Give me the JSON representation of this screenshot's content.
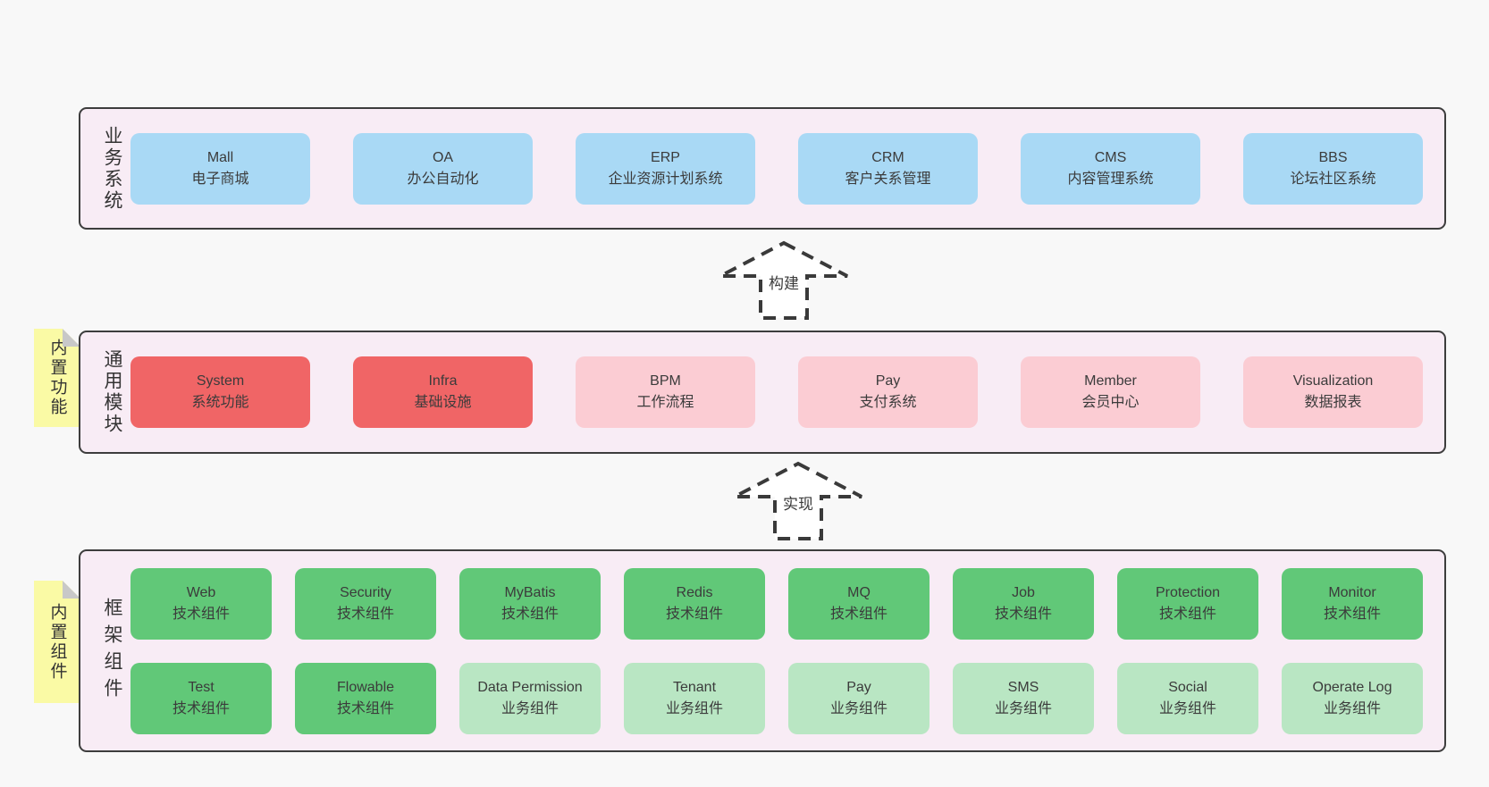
{
  "colors": {
    "page_bg": "#f8f8f8",
    "band_bg": "#f8ecf5",
    "band_border": "#3d3d3d",
    "blue": "#a9d9f5",
    "red": "#f06566",
    "pink": "#fbccd3",
    "green": "#61c878",
    "light_green": "#b9e6c3",
    "sticky_yellow": "#fafaa5",
    "fold_gray": "#c8c8c8",
    "text": "#3b3b3b"
  },
  "arrows": [
    {
      "label": "构建"
    },
    {
      "label": "实现"
    }
  ],
  "bands": [
    {
      "label": "业务系统",
      "boxes": [
        {
          "name": "Mall",
          "desc": "电子商城"
        },
        {
          "name": "OA",
          "desc": "办公自动化"
        },
        {
          "name": "ERP",
          "desc": "企业资源计划系统"
        },
        {
          "name": "CRM",
          "desc": "客户关系管理"
        },
        {
          "name": "CMS",
          "desc": "内容管理系统"
        },
        {
          "name": "BBS",
          "desc": "论坛社区系统"
        }
      ]
    },
    {
      "label": "通用模块",
      "sticky": "内置功能",
      "boxes": [
        {
          "name": "System",
          "desc": "系统功能"
        },
        {
          "name": "Infra",
          "desc": "基础设施"
        },
        {
          "name": "BPM",
          "desc": "工作流程"
        },
        {
          "name": "Pay",
          "desc": "支付系统"
        },
        {
          "name": "Member",
          "desc": "会员中心"
        },
        {
          "name": "Visualization",
          "desc": "数据报表"
        }
      ]
    },
    {
      "label": "框架组件",
      "sticky": "内置组件",
      "rows": [
        [
          {
            "name": "Web",
            "desc": "技术组件"
          },
          {
            "name": "Security",
            "desc": "技术组件"
          },
          {
            "name": "MyBatis",
            "desc": "技术组件"
          },
          {
            "name": "Redis",
            "desc": "技术组件"
          },
          {
            "name": "MQ",
            "desc": "技术组件"
          },
          {
            "name": "Job",
            "desc": "技术组件"
          },
          {
            "name": "Protection",
            "desc": "技术组件"
          },
          {
            "name": "Monitor",
            "desc": "技术组件"
          }
        ],
        [
          {
            "name": "Test",
            "desc": "技术组件"
          },
          {
            "name": "Flowable",
            "desc": "技术组件"
          },
          {
            "name": "Data Permission",
            "desc": "业务组件"
          },
          {
            "name": "Tenant",
            "desc": "业务组件"
          },
          {
            "name": "Pay",
            "desc": "业务组件"
          },
          {
            "name": "SMS",
            "desc": "业务组件"
          },
          {
            "name": "Social",
            "desc": "业务组件"
          },
          {
            "name": "Operate Log",
            "desc": "业务组件"
          }
        ]
      ]
    }
  ]
}
